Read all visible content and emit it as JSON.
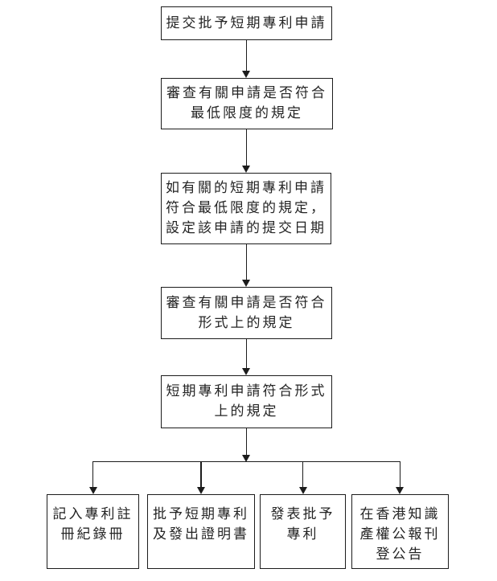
{
  "flowchart": {
    "colors": {
      "background": "#ffffff",
      "line": "#1c1c1c",
      "text": "#242424"
    },
    "nodes": {
      "submit": {
        "text": "提交批予短期專利申請"
      },
      "check_minimum": {
        "text": "審查有關申請是否符合\n最低限度的規定"
      },
      "set_filing_date": {
        "text": "如有關的短期專利申請\n符合最低限度的規定，\n設定該申請的提交日期"
      },
      "check_formal": {
        "text": "審查有關申請是否符合\n形式上的規定"
      },
      "formal_met": {
        "text": "短期專利申請符合形式\n上的規定"
      },
      "record_register": {
        "text": "記入專利註\n冊紀錄冊"
      },
      "grant_certificate": {
        "text": "批予短期專利\n及發出證明書"
      },
      "publish_grant": {
        "text": "發表批予\n專利"
      },
      "gazette_notice": {
        "text": "在香港知識\n產權公報刊\n登公告"
      }
    }
  }
}
